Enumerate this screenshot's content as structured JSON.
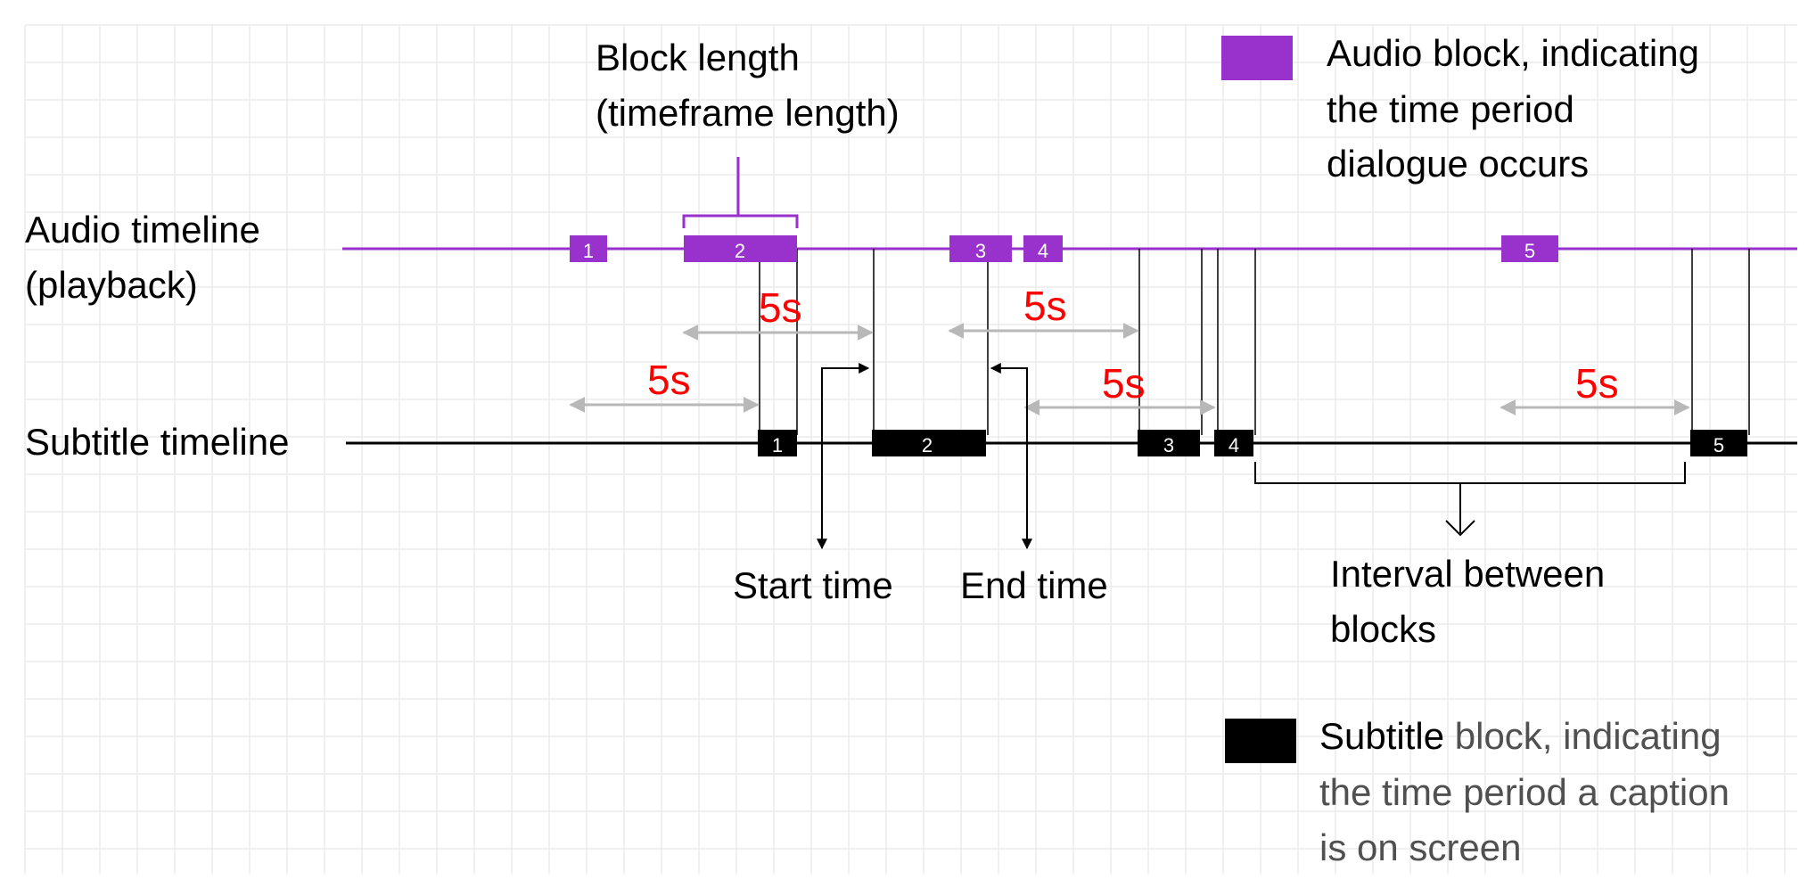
{
  "colors": {
    "audio": "#9932CC",
    "subtitle": "#000000",
    "interval": "#c0c0c0",
    "highlight": "#ff0000",
    "grid": "#ececec",
    "gray_text": "#505050"
  },
  "labels": {
    "audio_timeline_line1": "Audio timeline",
    "audio_timeline_line2": "(playback)",
    "subtitle_timeline": "Subtitle timeline",
    "block_length_line1": "Block length",
    "block_length_line2": "(timeframe length)",
    "start_time": "Start time",
    "end_time": "End time",
    "interval_line1": "Interval between",
    "interval_line2": "blocks"
  },
  "legend": {
    "audio_line1": "Audio block, indicating",
    "audio_line2": "the time period",
    "audio_line3": "dialogue occurs",
    "subtitle_word": "Subtitle",
    "subtitle_rest1": " block, indicating",
    "subtitle_line2": "the time period a caption",
    "subtitle_line3": "is on screen"
  },
  "audio_blocks": [
    "1",
    "2",
    "3",
    "4",
    "5"
  ],
  "subtitle_blocks": [
    "1",
    "2",
    "3",
    "4",
    "5"
  ],
  "offset_labels": [
    "5s",
    "5s",
    "5s",
    "5s",
    "5s"
  ]
}
